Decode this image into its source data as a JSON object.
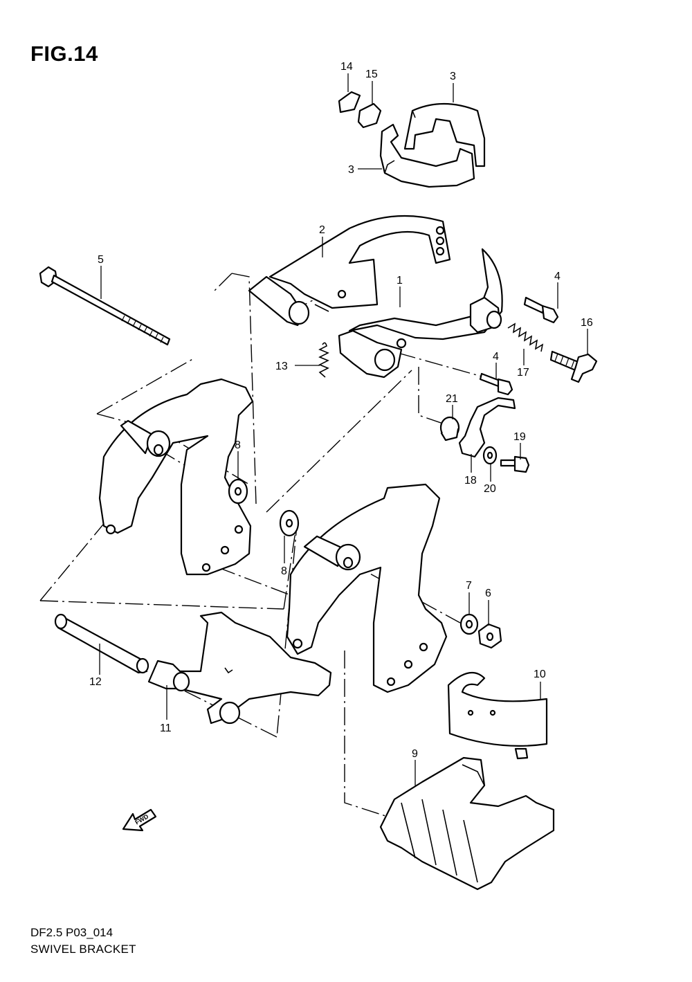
{
  "figure": {
    "title": "FIG.14"
  },
  "footer": {
    "code": "DF2.5 P03_014",
    "caption": "SWIVEL BRACKET"
  },
  "direction_arrow": {
    "label": "FWD",
    "icon": "fwd-arrow-icon"
  },
  "callouts": {
    "c1": "1",
    "c2": "2",
    "c3a": "3",
    "c3b": "3",
    "c4a": "4",
    "c4b": "4",
    "c5": "5",
    "c6": "6",
    "c7": "7",
    "c8a": "8",
    "c8b": "8",
    "c9": "9",
    "c10": "10",
    "c11": "11",
    "c12": "12",
    "c13": "13",
    "c14": "14",
    "c15": "15",
    "c16": "16",
    "c17": "17",
    "c18": "18",
    "c19": "19",
    "c20": "20",
    "c21": "21"
  }
}
